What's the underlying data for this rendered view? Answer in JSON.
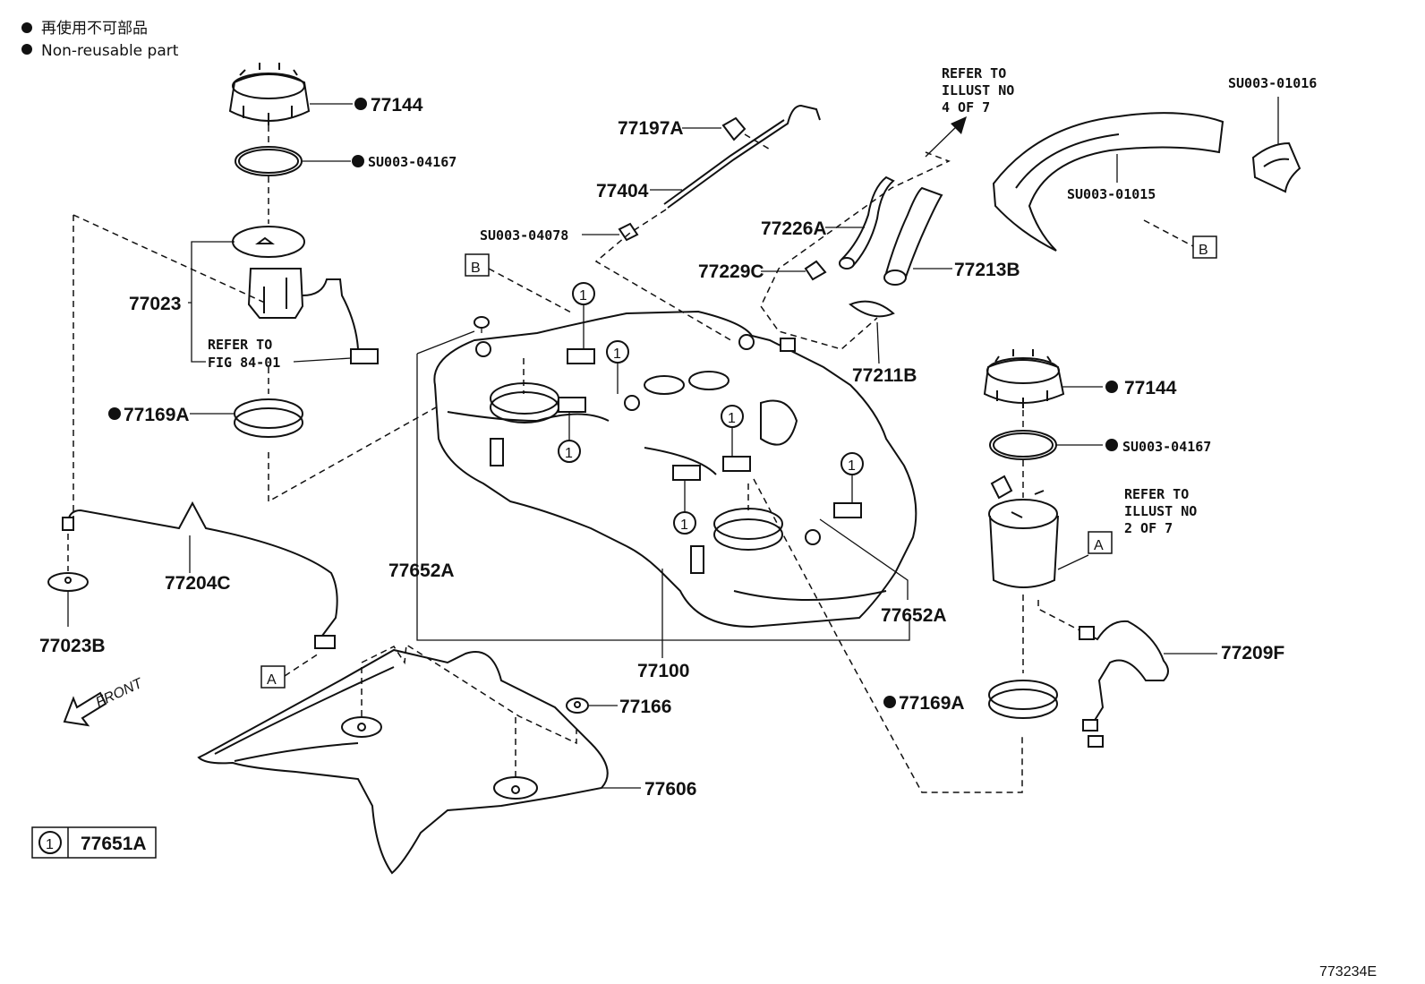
{
  "legend": {
    "line1": "再使用不可部品",
    "line2": "Non-reusable part"
  },
  "refs": {
    "illust4": [
      "REFER TO",
      "ILLUST NO",
      "4 OF 7"
    ],
    "fig8401": [
      "REFER TO",
      "FIG 84-01"
    ],
    "illust2": [
      "REFER TO",
      "ILLUST NO",
      "2 OF 7"
    ]
  },
  "labels": {
    "p77144_top": "77144",
    "pSU00304167_top": "SU003-04167",
    "p77023": "77023",
    "p77169A_left": "77169A",
    "p77204C": "77204C",
    "p77023B": "77023B",
    "p77197A": "77197A",
    "p77404": "77404",
    "pSU00304078": "SU003-04078",
    "p77226A": "77226A",
    "p77229C": "77229C",
    "p77213B": "77213B",
    "p77211B": "77211B",
    "pSU00301016": "SU003-01016",
    "pSU00301015": "SU003-01015",
    "p77652A_left": "77652A",
    "p77652A_right": "77652A",
    "p77100": "77100",
    "p77166": "77166",
    "p77606": "77606",
    "p77144_right": "77144",
    "pSU00304167_right": "SU003-04167",
    "p77209F": "77209F",
    "p77169A_right": "77169A"
  },
  "markers": {
    "A": "A",
    "B": "B",
    "one": "1"
  },
  "key_box": {
    "symbol": "1",
    "part": "77651A"
  },
  "front": "FRONT",
  "illustration_id": "773234E"
}
